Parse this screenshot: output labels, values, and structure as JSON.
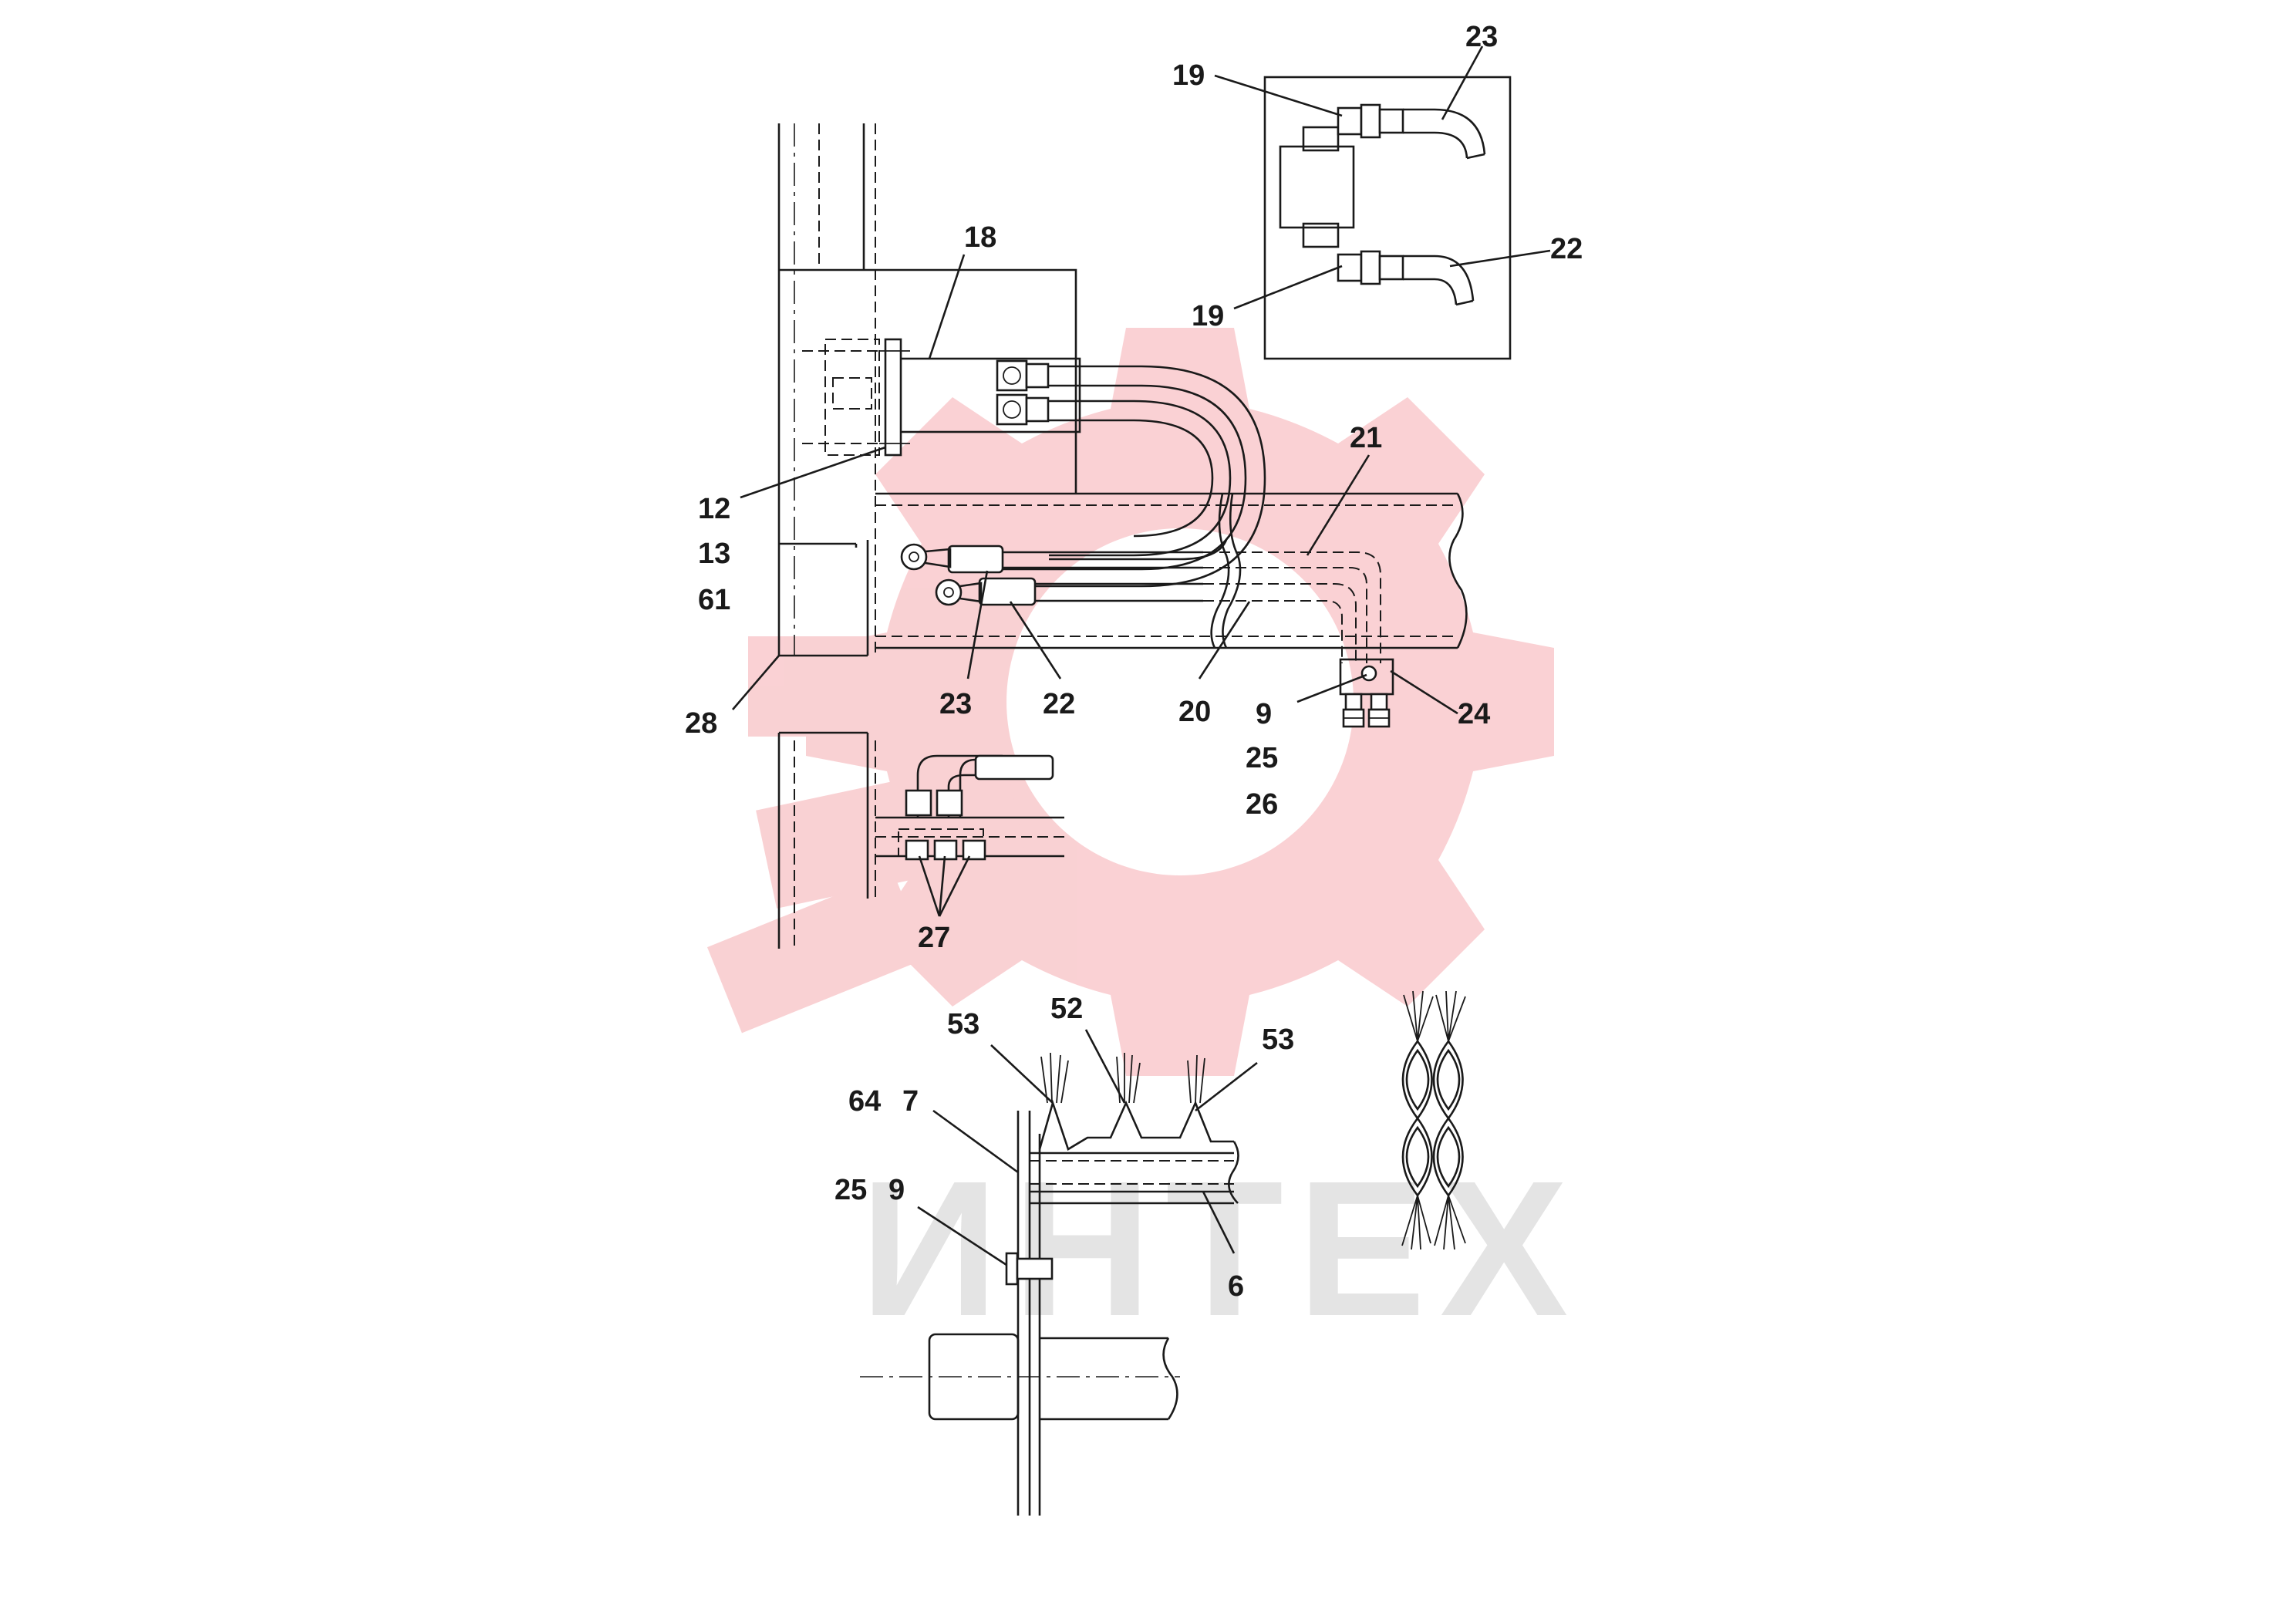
{
  "watermark": {
    "text": "ИНТЕХ",
    "gear_color": "#f9c9cc",
    "text_color": "#d9d9d9"
  },
  "callouts": {
    "c23_top": "23",
    "c19_top": "19",
    "c22_top": "22",
    "c19_bottom": "19",
    "c18": "18",
    "c21": "21",
    "c12": "12",
    "c13": "13",
    "c61": "61",
    "c28": "28",
    "c23_mid": "23",
    "c22_mid": "22",
    "c20": "20",
    "c9_mid": "9",
    "c24": "24",
    "c25_mid": "25",
    "c26": "26",
    "c27": "27",
    "c53_left": "53",
    "c52": "52",
    "c53_right": "53",
    "c64": "64",
    "c7": "7",
    "c25_low": "25",
    "c9_low": "9",
    "c6": "6"
  }
}
